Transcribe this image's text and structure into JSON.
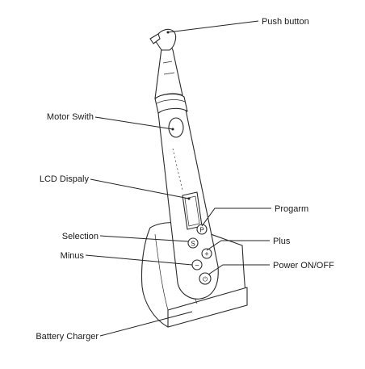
{
  "labels": {
    "push_button": "Push button",
    "motor_switch": "Motor Swith",
    "lcd_display": "LCD Dispaly",
    "program": "Progarm",
    "selection": "Selection",
    "plus": "Plus",
    "minus": "Minus",
    "power": "Power ON/OFF",
    "battery_charger": "Battery Charger"
  },
  "buttons": {
    "program_glyph": "P",
    "selection_glyph": "S",
    "plus_glyph": "+",
    "minus_glyph": "−",
    "power_glyph": "⏻"
  }
}
